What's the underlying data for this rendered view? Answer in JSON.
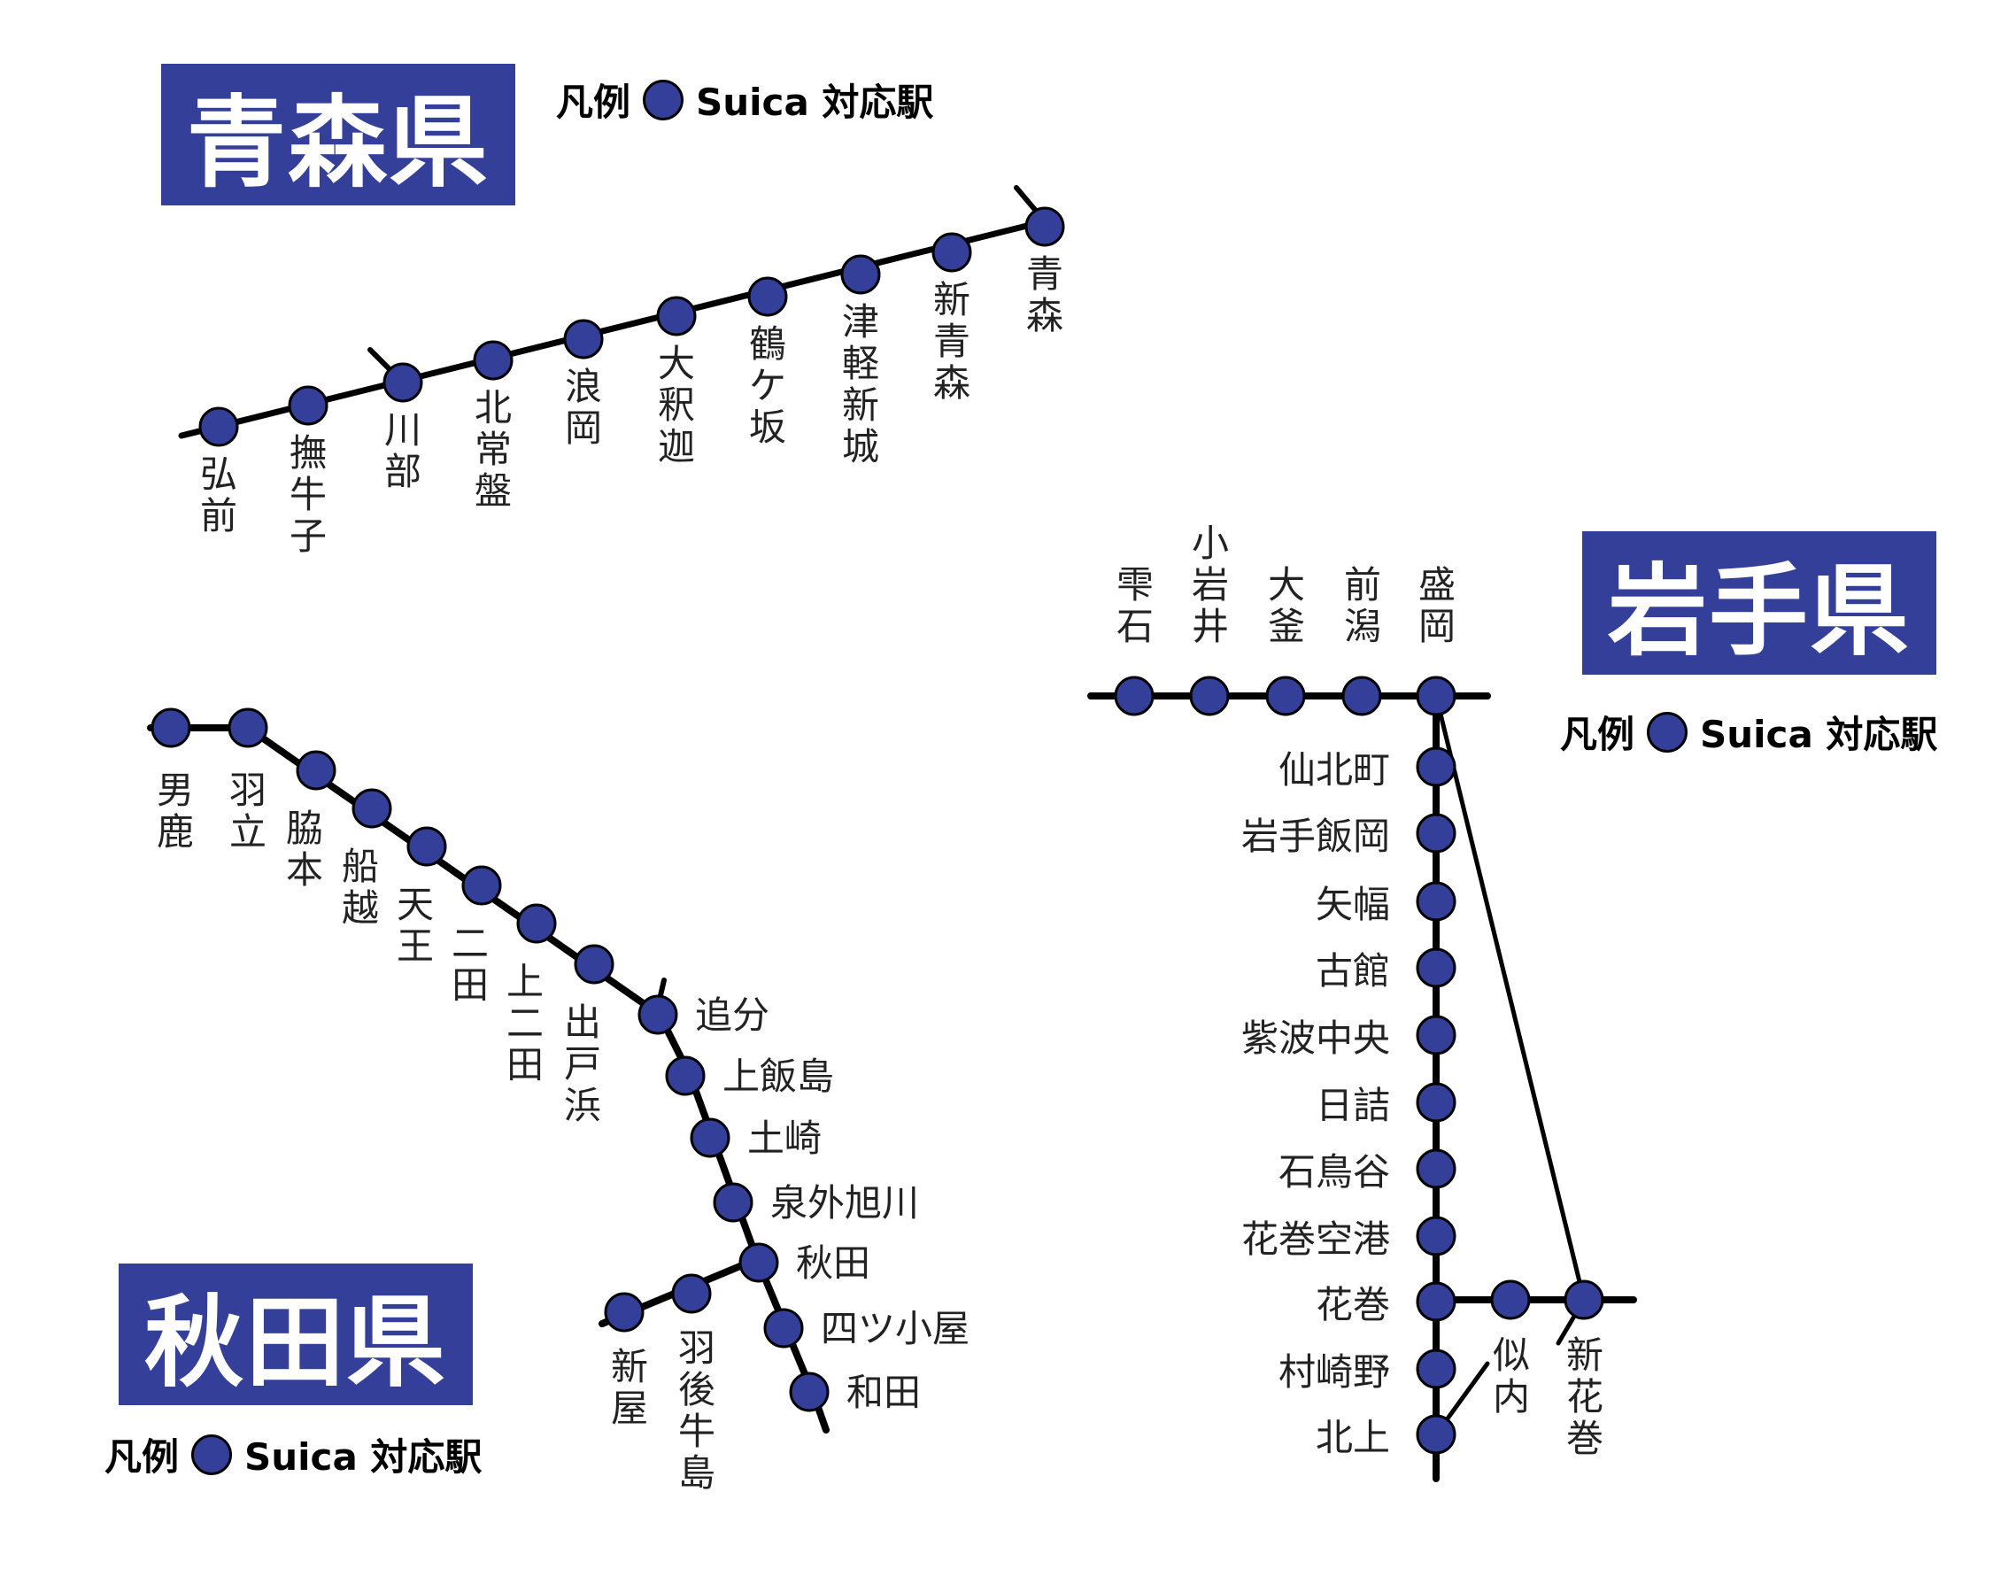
{
  "colors": {
    "title_bg": "#333f99",
    "station_fill": "#333f99",
    "line": "#000000"
  },
  "legend": {
    "label": "凡例",
    "text": "Suica 対応駅"
  },
  "regions": {
    "aomori": {
      "title": "青森県",
      "stations": [
        "弘前",
        "撫牛子",
        "川部",
        "北常盤",
        "浪岡",
        "大釈迦",
        "鶴ケ坂",
        "津軽新城",
        "新青森",
        "青森"
      ]
    },
    "akita": {
      "title": "秋田県",
      "stations": [
        "男鹿",
        "羽立",
        "脇本",
        "船越",
        "天王",
        "二田",
        "上二田",
        "出戸浜",
        "追分",
        "上飯島",
        "土崎",
        "泉外旭川",
        "秋田",
        "四ツ小屋",
        "和田",
        "羽後牛島",
        "新屋"
      ]
    },
    "iwate": {
      "title": "岩手県",
      "stations": [
        "雫石",
        "小岩井",
        "大釜",
        "前潟",
        "盛岡",
        "仙北町",
        "岩手飯岡",
        "矢幅",
        "古館",
        "紫波中央",
        "日詰",
        "石鳥谷",
        "花巻空港",
        "花巻",
        "村崎野",
        "北上",
        "似内",
        "新花巻"
      ]
    }
  }
}
